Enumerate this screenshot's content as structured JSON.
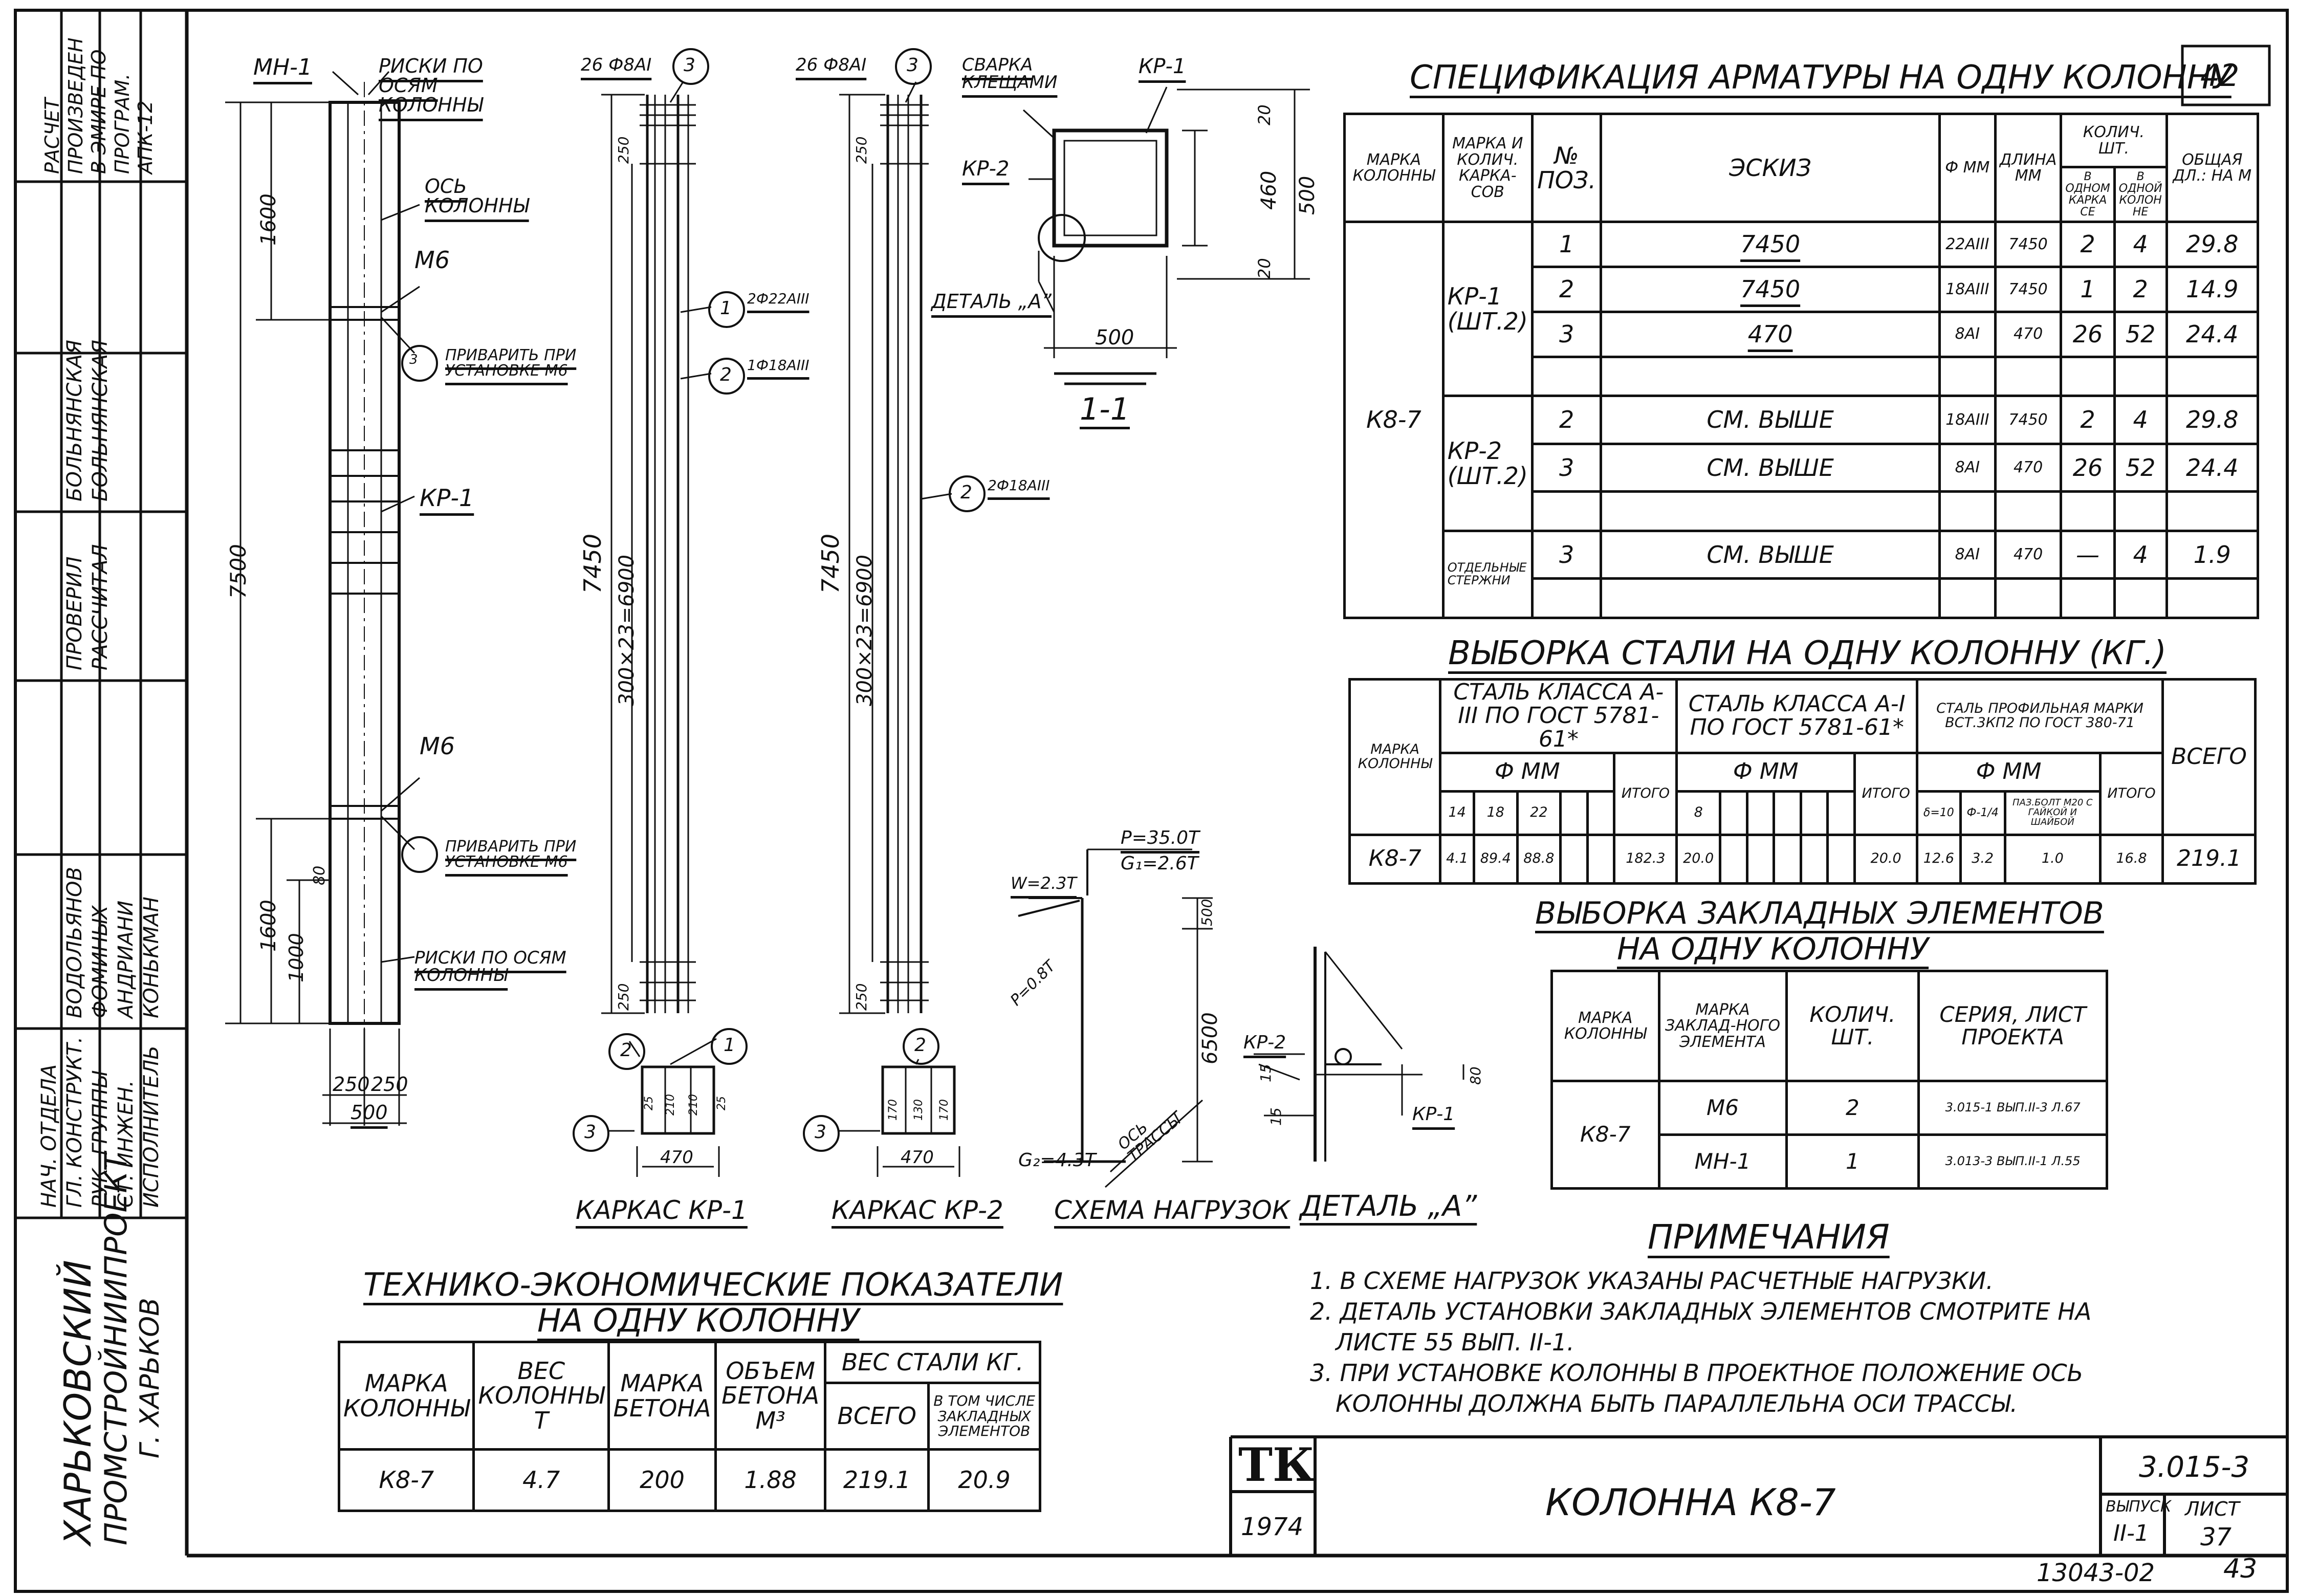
{
  "sheet_no_top": "42",
  "spec": {
    "title": "СПЕЦИФИКАЦИЯ АРМАТУРЫ НА ОДНУ КОЛОННУ",
    "h_marka_kol": "МАРКА КОЛОННЫ",
    "h_marka_karkas": "МАРКА И КОЛИЧ. КАРКА-СОВ",
    "h_poz": "№ ПОЗ.",
    "h_eskiz": "ЭСКИЗ",
    "h_d": "Ф ММ",
    "h_dlina": "ДЛИНА ММ",
    "h_kolich": "КОЛИЧ. ШТ.",
    "h_v_karkase": "В ОДНОМ КАРКА СЕ",
    "h_v_kolonne": "В ОДНОЙ КОЛОН НЕ",
    "h_obsh": "ОБЩАЯ ДЛ.: НА М",
    "col_mark": "К8-7",
    "g1_name": "КР-1 (ШТ.2)",
    "g2_name": "КР-2 (ШТ.2)",
    "g3_name": "ОТДЕЛЬНЫЕ СТЕРЖНИ",
    "rows": [
      {
        "poz": "1",
        "eskiz": "7450",
        "d": "22АIII",
        "len": "7450",
        "q1": "2",
        "q2": "4",
        "tot": "29.8"
      },
      {
        "poz": "2",
        "eskiz": "7450",
        "d": "18АIII",
        "len": "7450",
        "q1": "1",
        "q2": "2",
        "tot": "14.9"
      },
      {
        "poz": "3",
        "eskiz": "470",
        "d": "8АI",
        "len": "470",
        "q1": "26",
        "q2": "52",
        "tot": "24.4"
      },
      {
        "poz": "2",
        "eskiz": "СМ. ВЫШЕ",
        "d": "18АIII",
        "len": "7450",
        "q1": "2",
        "q2": "4",
        "tot": "29.8"
      },
      {
        "poz": "3",
        "eskiz": "СМ. ВЫШЕ",
        "d": "8АI",
        "len": "470",
        "q1": "26",
        "q2": "52",
        "tot": "24.4"
      },
      {
        "poz": "3",
        "eskiz": "СМ. ВЫШЕ",
        "d": "8АI",
        "len": "470",
        "q1": "—",
        "q2": "4",
        "tot": "1.9"
      }
    ]
  },
  "ves": {
    "title": "ВЫБОРКА СТАЛИ НА ОДНУ КОЛОННУ (КГ.)",
    "h_marka": "МАРКА КОЛОННЫ",
    "h_a3": "СТАЛЬ КЛАССА А-III ПО ГОСТ 5781-61*",
    "h_a1": "СТАЛЬ КЛАССА А-I ПО ГОСТ 5781-61*",
    "h_prof": "СТАЛЬ ПРОФИЛЬНАЯ МАРКИ ВСТ.3КП2 ПО ГОСТ 380-71",
    "h_fmm": "Ф ММ",
    "h_itogo": "ИТОГО",
    "h_vsego": "ВСЕГО",
    "d3": [
      "14",
      "18",
      "22"
    ],
    "d1": [
      "8"
    ],
    "p1": "δ=10",
    "p2": "Ф-1/4",
    "p3": "ПАЗ.БОЛТ М20 С ГАЙКОЙ И ШАЙБОЙ",
    "row": {
      "mark": "К8-7",
      "v14": "4.1",
      "v18": "89.4",
      "v22": "88.8",
      "it3": "182.3",
      "v8": "20.0",
      "it1": "20.0",
      "pa": "12.6",
      "pb": "3.2",
      "pc": "1.0",
      "itp": "16.8",
      "vsego": "219.1"
    }
  },
  "vz": {
    "title1": "ВЫБОРКА ЗАКЛАДНЫХ ЭЛЕМЕНТОВ",
    "title2": "НА ОДНУ КОЛОННУ",
    "h1": "МАРКА КОЛОННЫ",
    "h2": "МАРКА ЗАКЛАД-НОГО ЭЛЕМЕНТА",
    "h3": "КОЛИЧ. ШТ.",
    "h4": "СЕРИЯ, ЛИСТ ПРОЕКТА",
    "mark": "К8-7",
    "rows": [
      {
        "el": "М6",
        "q": "2",
        "ser": "3.015-1 ВЫП.II-3 Л.67"
      },
      {
        "el": "МН-1",
        "q": "1",
        "ser": "3.013-3 ВЫП.II-1 Л.55"
      }
    ]
  },
  "tep": {
    "title1": "ТЕХНИКО-ЭКОНОМИЧЕСКИЕ ПОКАЗАТЕЛИ",
    "title2": "НА ОДНУ КОЛОННУ",
    "h1": "МАРКА КОЛОННЫ",
    "h2": "ВЕС КОЛОННЫ Т",
    "h3": "МАРКА БЕТОНА",
    "h4": "ОБЪЕМ БЕТОНА М³",
    "h5": "ВЕС СТАЛИ КГ.",
    "h5a": "ВСЕГО",
    "h5b": "В ТОМ ЧИСЛЕ ЗАКЛАДНЫХ ЭЛЕМЕНТОВ",
    "row": {
      "mark": "К8-7",
      "ves": "4.7",
      "beton": "200",
      "obem": "1.88",
      "vsego": "219.1",
      "zakl": "20.9"
    }
  },
  "notes": {
    "title": "ПРИМЕЧАНИЯ",
    "items": [
      "1. В СХЕМЕ НАГРУЗОК УКАЗАНЫ РАСЧЕТНЫЕ НАГРУЗКИ.",
      "2. ДЕТАЛЬ УСТАНОВКИ ЗАКЛАДНЫХ ЭЛЕМЕНТОВ СМОТРИТЕ НА",
      "ЛИСТЕ 55 ВЫП. II-1.",
      "3. ПРИ УСТАНОВКЕ КОЛОННЫ В ПРОЕКТНОЕ ПОЛОЖЕНИЕ ОСЬ",
      "КОЛОННЫ ДОЛЖНА БЫТЬ ПАРАЛЛЕЛЬНА ОСИ ТРАССЫ."
    ]
  },
  "stamp": {
    "logo": "ТК",
    "year": "1974",
    "title": "КОЛОННА К8-7",
    "series": "3.015-3",
    "vyp_label": "ВЫПУСК",
    "vyp": "II-1",
    "list_label": "ЛИСТ",
    "list": "37",
    "archive": "13043-02",
    "corner": "43"
  },
  "sidebar": {
    "org1": "ХАРЬКОВСКИЙ",
    "org2": "ПРОМСТРОЙНИИПРОЕКТ",
    "org3": "Г. ХАРЬКОВ",
    "roles": [
      "НАЧ. ОТДЕЛА",
      "ГЛ. КОНСТРУКТ.",
      "РУК. ГРУППЫ",
      "СТ. ИНЖЕН.",
      "ИСПОЛНИТЕЛЬ"
    ],
    "names": [
      "ВОДОЛЬЯНОВ",
      "ФОМИНЫХ",
      "АНДРИАНИ",
      "КОНЬКМАН"
    ],
    "r2": [
      "ПРОВЕРИЛ",
      "РАССЧИТАЛ"
    ],
    "n2": [
      "БОЛЬНЯНСКАЯ",
      "БОЛЬНЯНСКАЯ"
    ],
    "calc": "РАСЧЕТ ПРОИЗВЕДЕН В ЭМИРЕ ПО ПРОГРАМ. АПК-12"
  },
  "drawing": {
    "mn1": "МН-1",
    "riski_top": "РИСКИ ПО ОСЯМ КОЛОННЫ",
    "os": "ОСЬ КОЛОННЫ",
    "m6a": "М6",
    "m6b": "М6",
    "priv1": "ПРИВАРИТЬ ПРИ УСТАНОВКЕ М6",
    "priv2": "ПРИВАРИТЬ ПРИ УСТАНОВКЕ М6",
    "kr1_lbl": "КР-1",
    "riski_bot": "РИСКИ ПО ОСЯМ КОЛОННЫ",
    "h7500": "7500",
    "d1600a": "1600",
    "d1600b": "1600",
    "d1000": "1000",
    "d80": "80",
    "d250a": "250",
    "d250b": "250",
    "d500": "500",
    "k1_top": "26 Ф8АI",
    "k1_7450": "7450",
    "k1_300": "300×23=6900",
    "k1_c1": "2Ф22АIII",
    "k1_c2": "1Ф18АIII",
    "k1_250": "250",
    "k1_250b": "250",
    "k1_name": "КАРКАС КР-1",
    "k2_top": "26 Ф8АI",
    "k2_7450": "7450",
    "k2_300": "300×23=6900",
    "k2_c2": "2Ф18АIII",
    "k2_250": "250",
    "k2_250b": "250",
    "k2_name": "КАРКАС КР-2",
    "sec_svarka": "СВАРКА КЛЕЩАМИ",
    "sec_kr1": "КР-1",
    "sec_kr2": "КР-2",
    "sec_det": "ДЕТАЛЬ „А”",
    "sec_500": "500",
    "sec_460": "460",
    "sec_500h": "500",
    "sec_20a": "20",
    "sec_20b": "20",
    "sec_name": "1-1",
    "load_p": "P=35.0Т",
    "load_g1": "G₁=2.6Т",
    "load_w": "W=2.3Т",
    "load_p2": "P=0.8Т",
    "load_g2": "G₂=4.3Т",
    "load_os": "ОСЬ ТРАССЫ",
    "load_500": "500",
    "load_6500": "6500",
    "load_name": "СХЕМА НАГРУЗОК",
    "det_kr2": "КР-2",
    "det_kr1": "КР-1",
    "det_15a": "15",
    "det_15b": "15",
    "det_80": "80",
    "det_name": "ДЕТАЛЬ „А”",
    "bs1_470": "470",
    "bs1_dims": [
      "25",
      "210",
      "210",
      "25"
    ],
    "bs2_470": "470",
    "bs2_dims": [
      "170",
      "130",
      "170"
    ]
  }
}
